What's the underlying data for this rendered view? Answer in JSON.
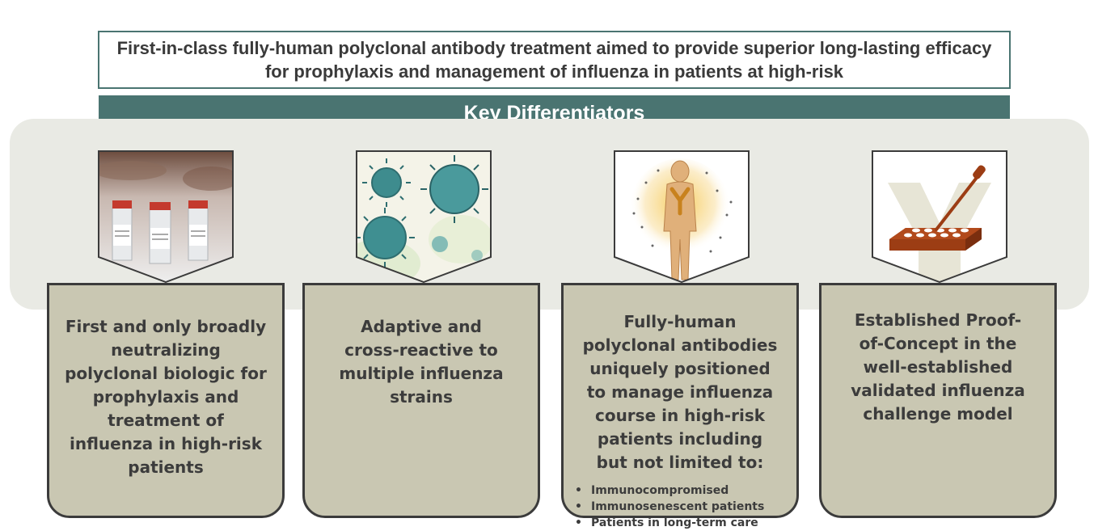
{
  "headline": "First-in-class fully-human polyclonal antibody treatment aimed to provide superior long-lasting efficacy for prophylaxis and management of influenza in patients at high-risk",
  "banner": "Key Differentiators",
  "colors": {
    "teal": "#4a7471",
    "card": "#c9c7b2",
    "band": "#e9eae4",
    "border": "#3b3b3b"
  },
  "cards": [
    {
      "image": "vials-image",
      "text": "First and only broadly neutralizing polyclonal biologic for prophylaxis and treatment of influenza in high-risk patients"
    },
    {
      "image": "virus-image",
      "text": "Adaptive and cross-reactive to multiple influenza strains"
    },
    {
      "image": "human-antibody-image",
      "text": "Fully-human polyclonal antibodies uniquely positioned to manage influenza course in high-risk patients including but not limited to:",
      "bullets": [
        "Immunocompromised",
        "Immunosenescent patients",
        "Patients in long-term care facilities"
      ]
    },
    {
      "image": "well-plate-pipette-image",
      "text": "Established Proof-of-Concept in the well-established validated influenza challenge model"
    }
  ]
}
